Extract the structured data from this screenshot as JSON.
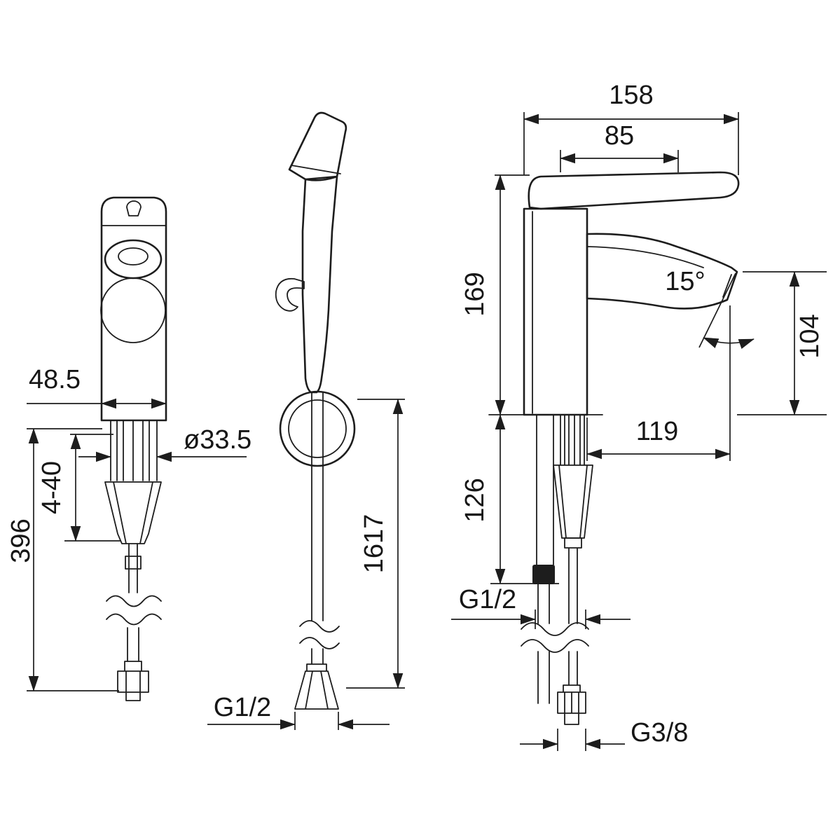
{
  "dimensions": {
    "front": {
      "body_width": "48.5",
      "shank_diameter": "ø33.5",
      "clamp_range": "4-40",
      "total_height": "396"
    },
    "spray": {
      "hose_length": "1617",
      "hose_thread": "G1/2"
    },
    "side": {
      "total_depth": "158",
      "handle_depth": "85",
      "body_height": "169",
      "spout_angle": "15°",
      "spout_height": "104",
      "spout_reach": "119",
      "under_clearance": "126",
      "connector_thread": "G1/2",
      "supply_thread": "G3/8"
    }
  }
}
